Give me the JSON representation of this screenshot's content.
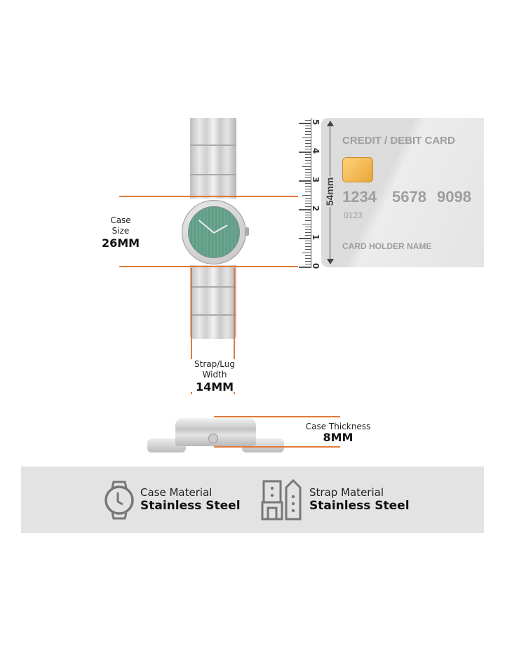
{
  "case_size": {
    "label_line1": "Case",
    "label_line2": "Size",
    "value": "26MM"
  },
  "strap_width": {
    "label_line1": "Strap/Lug",
    "label_line2": "Width",
    "value": "14MM"
  },
  "case_thickness": {
    "label": "Case Thickness",
    "value": "8MM"
  },
  "ruler": {
    "ticks": [
      "0",
      "1",
      "2",
      "3",
      "4",
      "5"
    ]
  },
  "card": {
    "title": "CREDIT / DEBIT CARD",
    "number_groups": [
      "1234",
      "5678",
      "9098"
    ],
    "small_number": "0123",
    "holder": "CARD HOLDER NAME",
    "height_label": "54mm"
  },
  "materials": [
    {
      "icon": "watch-case-icon",
      "title": "Case Material",
      "value": "Stainless Steel"
    },
    {
      "icon": "strap-icon",
      "title": "Strap Material",
      "value": "Stainless Steel"
    }
  ],
  "colors": {
    "accent": "#e07a3c",
    "dial": "#6aa58f",
    "band": "#e3e3e3"
  }
}
